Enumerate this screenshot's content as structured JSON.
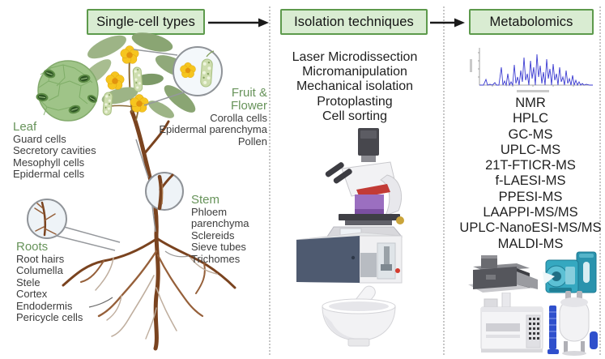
{
  "headers": {
    "col1": "Single-cell types",
    "col2": "Isolation techniques",
    "col3": "Metabolomics"
  },
  "plant": {
    "leaf": {
      "title": "Leaf",
      "items": [
        "Guard cells",
        "Secretory cavities",
        "Mesophyll cells",
        "Epidermal cells"
      ]
    },
    "fruit_flower": {
      "title": "Fruit & Flower",
      "items": [
        "Corolla cells",
        "Epidermal parenchyma",
        "Pollen"
      ]
    },
    "stem": {
      "title": "Stem",
      "items": [
        "Phloem parenchyma",
        "Sclereids",
        "Sieve tubes",
        "Trichomes"
      ]
    },
    "roots": {
      "title": "Roots",
      "items": [
        "Root hairs",
        "Columella",
        "Stele",
        "Cortex",
        "Endodermis",
        "Pericycle cells"
      ]
    }
  },
  "isolation": {
    "techniques": [
      "Laser Microdissection",
      "Micromanipulation",
      "Mechanical isolation",
      "Protoplasting",
      "Cell sorting"
    ],
    "illustration_icons": [
      "microscope-icon",
      "laser-microdissection-instrument-icon",
      "mortar-and-pestle-icon"
    ]
  },
  "metabolomics": {
    "methods": [
      "NMR",
      "HPLC",
      "GC-MS",
      "UPLC-MS",
      "21T-FTICR-MS",
      "f-LAESI-MS",
      "PPESI-MS",
      "LAAPPI-MS/MS",
      "UPLC-NanoESI-MS/MS",
      "MALDI-MS"
    ],
    "illustration_icons": [
      "mass-spectrum-chart-icon",
      "maldi-spectrometer-icon",
      "esi-spectrometer-icon",
      "gc-chromatograph-icon",
      "nmr-magnet-icon"
    ]
  },
  "colors": {
    "header_bg": "#d9ecd2",
    "header_border": "#5d9a4c",
    "section_label_green": "#67935a",
    "body_text": "#3c3c3c",
    "list_text": "#1f1f1f",
    "divider": "#c6c6c6",
    "arrow": "#1a1a1a",
    "spectrum_blue": "#3b3bd1",
    "root_brown": "#7a431f",
    "leaf_green": "#9fc488",
    "flower_yellow": "#f6c51f",
    "instrument_navy": "#4e5a70",
    "instrument_teal": "#35a8c0"
  }
}
